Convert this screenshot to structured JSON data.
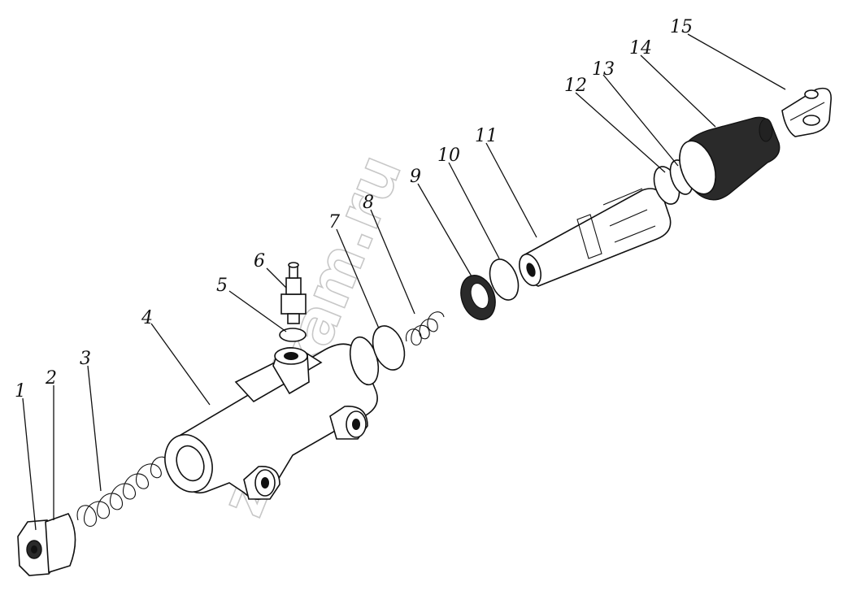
{
  "diagram": {
    "callouts": [
      "1",
      "2",
      "3",
      "4",
      "5",
      "6",
      "7",
      "8",
      "9",
      "10",
      "11",
      "12",
      "13",
      "14",
      "15"
    ],
    "watermark": "zap-kam.ru"
  }
}
